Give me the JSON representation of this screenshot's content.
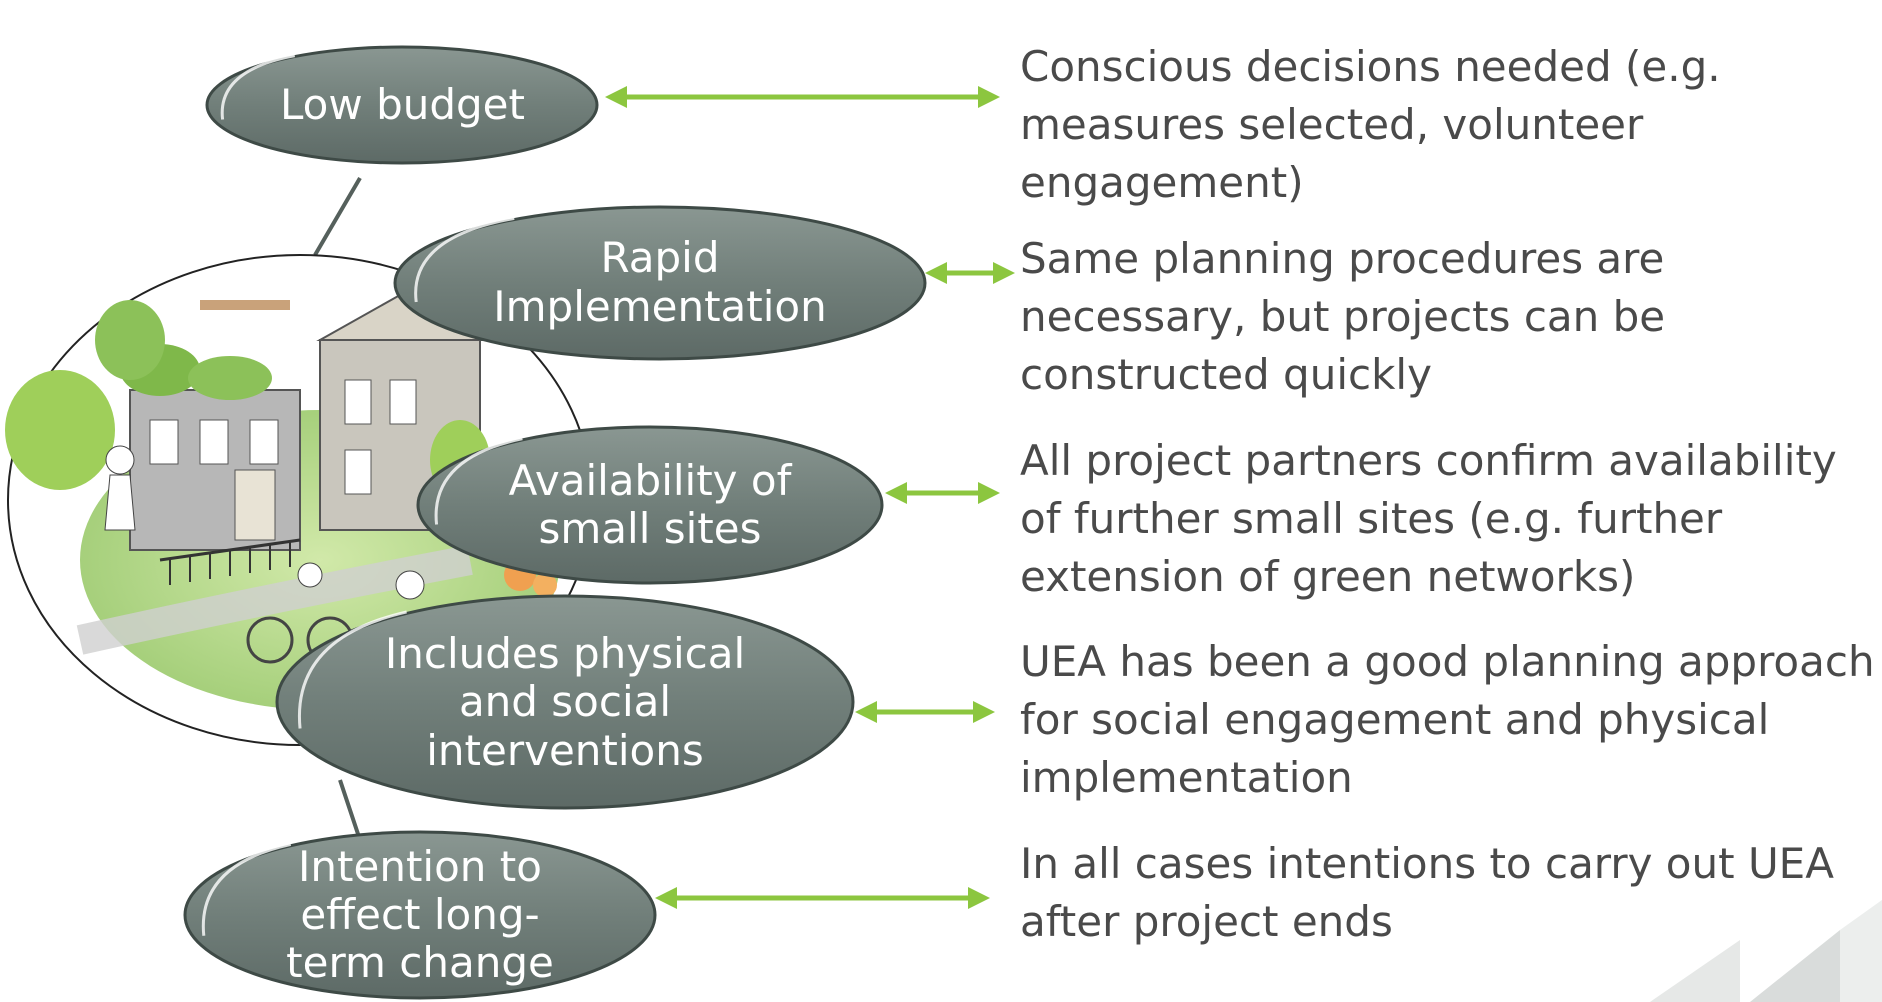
{
  "nodes": [
    {
      "label": "Low budget",
      "description": "Conscious decisions needed (e.g.\nmeasures selected, volunteer\nengagement)"
    },
    {
      "label": "Rapid\nImplementation",
      "description": "Same planning procedures are\nnecessary, but projects can be\nconstructed quickly"
    },
    {
      "label": "Availability of\nsmall sites",
      "description": "All project partners confirm availability\nof further small sites (e.g. further\nextension of green networks)"
    },
    {
      "label": "Includes physical\nand social\ninterventions",
      "description": "UEA has been a good planning approach\nfor social engagement and physical\nimplementation"
    },
    {
      "label": "Intention to\neffect long-\nterm change",
      "description": "In all cases intentions to carry out UEA\nafter project ends"
    }
  ],
  "colors": {
    "ellipse_fill": "#6f7d78",
    "ellipse_edge": "#3e4a46",
    "arrow": "#8cc63f",
    "text": "#4a4a4a",
    "illustration_green": "#9fcf5a",
    "illustration_gray": "#a8a8a8"
  },
  "icons": {
    "illustration": "urban-garden-illustration",
    "arrow": "double-headed-arrow"
  }
}
